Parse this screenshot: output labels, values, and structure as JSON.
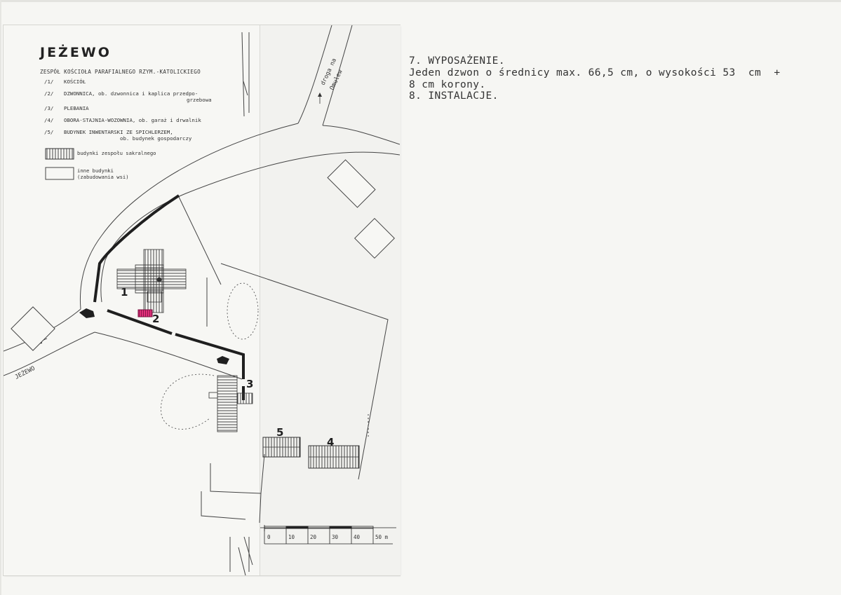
{
  "map": {
    "title": "JEŻEWO",
    "subtitle": "ZESPÓŁ KOŚCIOŁA PARAFIALNEGO RZYM.-KATOLICKIEGO",
    "legend": [
      {
        "num": "/1/",
        "text": "KOŚCIÓŁ",
        "sub": ""
      },
      {
        "num": "/2/",
        "text": "DZWONNICA, ob. dzwonnica i kaplica przedpo-",
        "sub": "grzebowa"
      },
      {
        "num": "/3/",
        "text": "PLEBANIA",
        "sub": ""
      },
      {
        "num": "/4/",
        "text": "OBORA-STAJNIA-WOZOWNIA, ob. garaż i drwalnik",
        "sub": ""
      },
      {
        "num": "/5/",
        "text": "BUDYNEK INWENTARSKI ZE SPICHLERZEM,",
        "sub": "ob. budynek gospodarczy"
      }
    ],
    "key": {
      "sacral": "budynki zespołu sakralnego",
      "other_line1": "inne budynki",
      "other_line2": "(zabudowania wsi)"
    },
    "road_top_label_1": "droga na",
    "road_top_label_2": "Omulew",
    "road_left_label": "JEŻEWO",
    "building_numbers": [
      "1",
      "2",
      "3",
      "4",
      "5"
    ],
    "scale": {
      "ticks": [
        "0",
        "10",
        "20",
        "30",
        "40",
        "50 m"
      ]
    },
    "colors": {
      "belfry": "#e0307a",
      "ink": "#1f1f1f"
    }
  },
  "text": {
    "line1": "7. WYPOSAŻENIE.",
    "line2": "Jeden dzwon o średnicy max. 66,5 cm, o wysokości 53  cm  +",
    "line3": "8 cm korony.",
    "line4": "8. INSTALACJE."
  }
}
